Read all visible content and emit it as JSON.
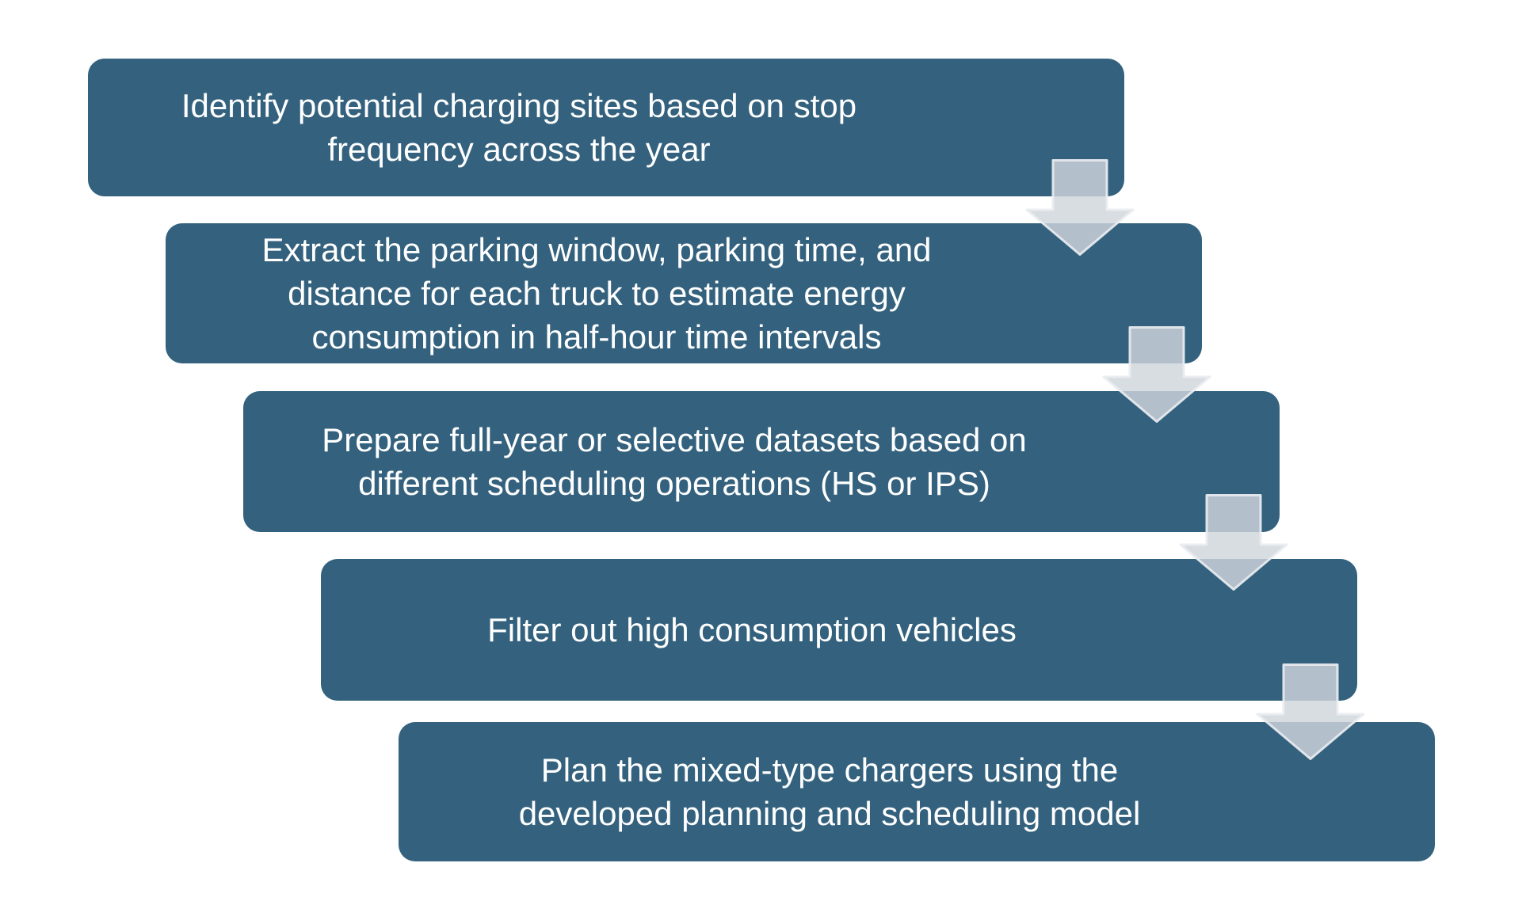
{
  "figure": {
    "type": "process-flow-diagram",
    "background_color": "#ffffff",
    "box_color": "#34627E",
    "text_color": "#ffffff",
    "arrow_icon": "down-arrow",
    "arrow_fill": "rgba(207,213,220,0.82)",
    "arrow_border": "rgba(233,236,240,0.92)",
    "steps": [
      {
        "text": "Identify potential charging sites based on stop\nfrequency across the year"
      },
      {
        "text": "Extract the parking window, parking time, and\ndistance for each truck to estimate energy\nconsumption in half-hour time intervals"
      },
      {
        "text": "Prepare full-year or selective datasets based on\ndifferent scheduling operations (HS or IPS)"
      },
      {
        "text": "Filter out high consumption vehicles"
      },
      {
        "text": "Plan the mixed-type chargers using the\ndeveloped planning and scheduling model"
      }
    ]
  }
}
